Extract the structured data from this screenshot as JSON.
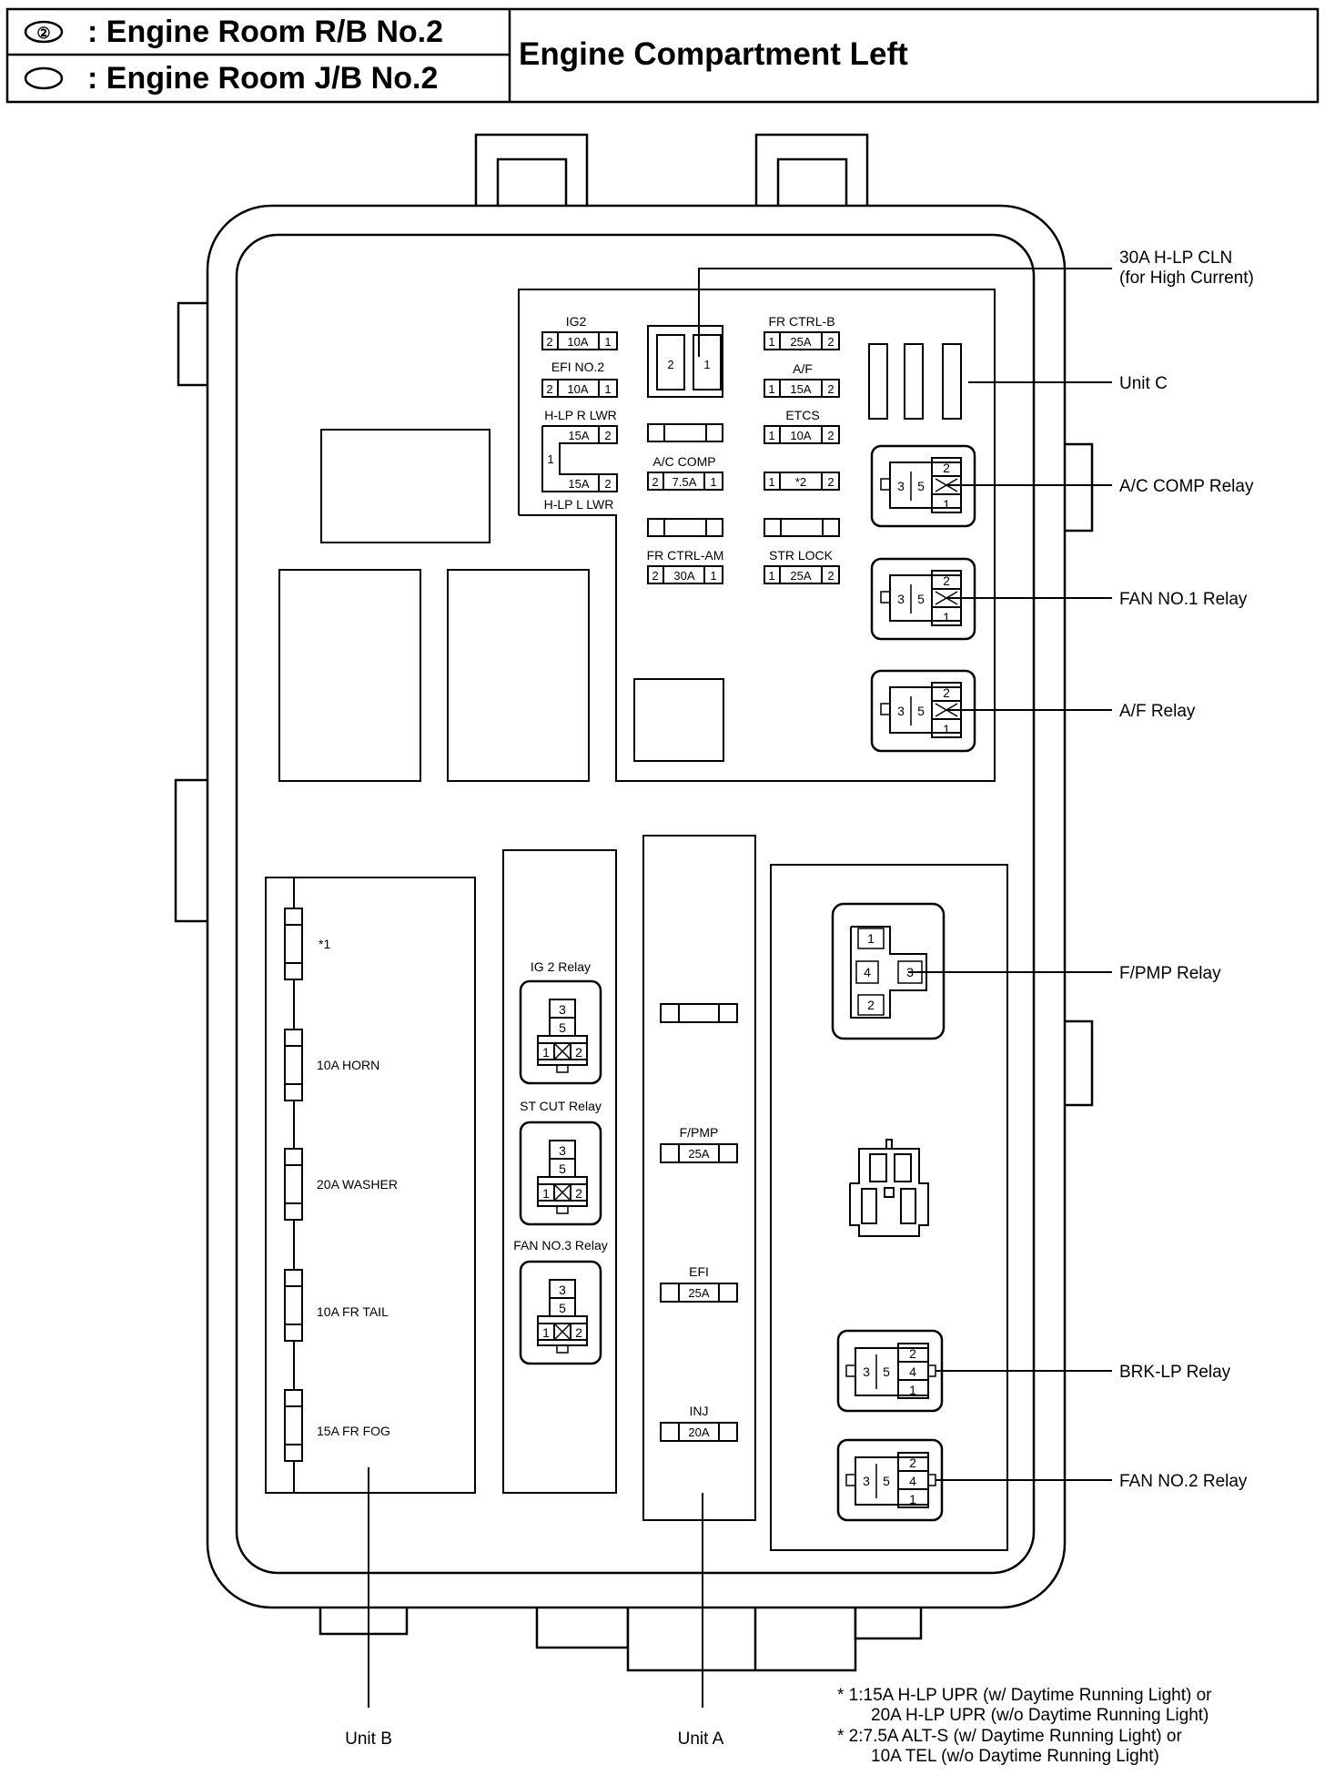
{
  "header": {
    "legend_row1_symbol": "②",
    "legend_row1_text": ": Engine Room R/B No.2",
    "legend_row2_text": ": Engine Room J/B No.2",
    "title": "Engine Compartment Left"
  },
  "callouts": {
    "hlp_cln_line1": "30A H-LP CLN",
    "hlp_cln_line2": "(for High Current)",
    "unit_c": "Unit C",
    "ac_comp_relay": "A/C COMP Relay",
    "fan1_relay": "FAN NO.1 Relay",
    "af_relay": "A/F Relay",
    "fpmp_relay": "F/PMP Relay",
    "brklp_relay": "BRK-LP Relay",
    "fan2_relay": "FAN NO.2 Relay",
    "unit_b": "Unit B",
    "unit_a": "Unit A"
  },
  "unit_c_fuses": {
    "ig2": {
      "name": "IG2",
      "left": "2",
      "amp": "10A",
      "right": "1"
    },
    "efi2": {
      "name": "EFI NO.2",
      "left": "2",
      "amp": "10A",
      "right": "1"
    },
    "hlp_r": {
      "name": "H-LP R LWR",
      "amp": "15A",
      "right": "2"
    },
    "hlp_l": {
      "name": "H-LP L LWR",
      "amp": "15A",
      "right": "2",
      "common": "1"
    },
    "hlp_cln_pins": {
      "left": "2",
      "right": "1"
    },
    "ac_comp": {
      "name": "A/C COMP",
      "left": "2",
      "amp": "7.5A",
      "right": "1"
    },
    "fr_ctrl_am": {
      "name": "FR CTRL-AM",
      "left": "2",
      "amp": "30A",
      "right": "1"
    },
    "fr_ctrl_b": {
      "name": "FR CTRL-B",
      "left": "1",
      "amp": "25A",
      "right": "2"
    },
    "af": {
      "name": "A/F",
      "left": "1",
      "amp": "15A",
      "right": "2"
    },
    "etcs": {
      "name": "ETCS",
      "left": "1",
      "amp": "10A",
      "right": "2"
    },
    "star2": {
      "left": "1",
      "amp": "*2",
      "right": "2"
    },
    "str_lock": {
      "name": "STR LOCK",
      "left": "1",
      "amp": "25A",
      "right": "2"
    }
  },
  "relay_pins": {
    "p1": "1",
    "p2": "2",
    "p3": "3",
    "p4": "4",
    "p5": "5"
  },
  "unit_b": {
    "star1": "*1",
    "horn": "10A HORN",
    "washer": "20A WASHER",
    "fr_tail": "10A FR TAIL",
    "fr_fog": "15A FR FOG"
  },
  "middle_relays": {
    "ig2_relay": "IG 2 Relay",
    "st_cut_relay": "ST CUT Relay",
    "fan3_relay": "FAN NO.3 Relay"
  },
  "unit_a": {
    "fpmp": {
      "name": "F/PMP",
      "amp": "25A"
    },
    "efi": {
      "name": "EFI",
      "amp": "25A"
    },
    "inj": {
      "name": "INJ",
      "amp": "20A"
    }
  },
  "footnotes": {
    "n1_line1": "* 1:15A H-LP UPR (w/ Daytime Running Light) or",
    "n1_line2": "20A H-LP UPR (w/o Daytime Running Light)",
    "n2_line1": "* 2:7.5A ALT-S (w/ Daytime Running Light) or",
    "n2_line2": "10A TEL (w/o Daytime Running Light)"
  }
}
